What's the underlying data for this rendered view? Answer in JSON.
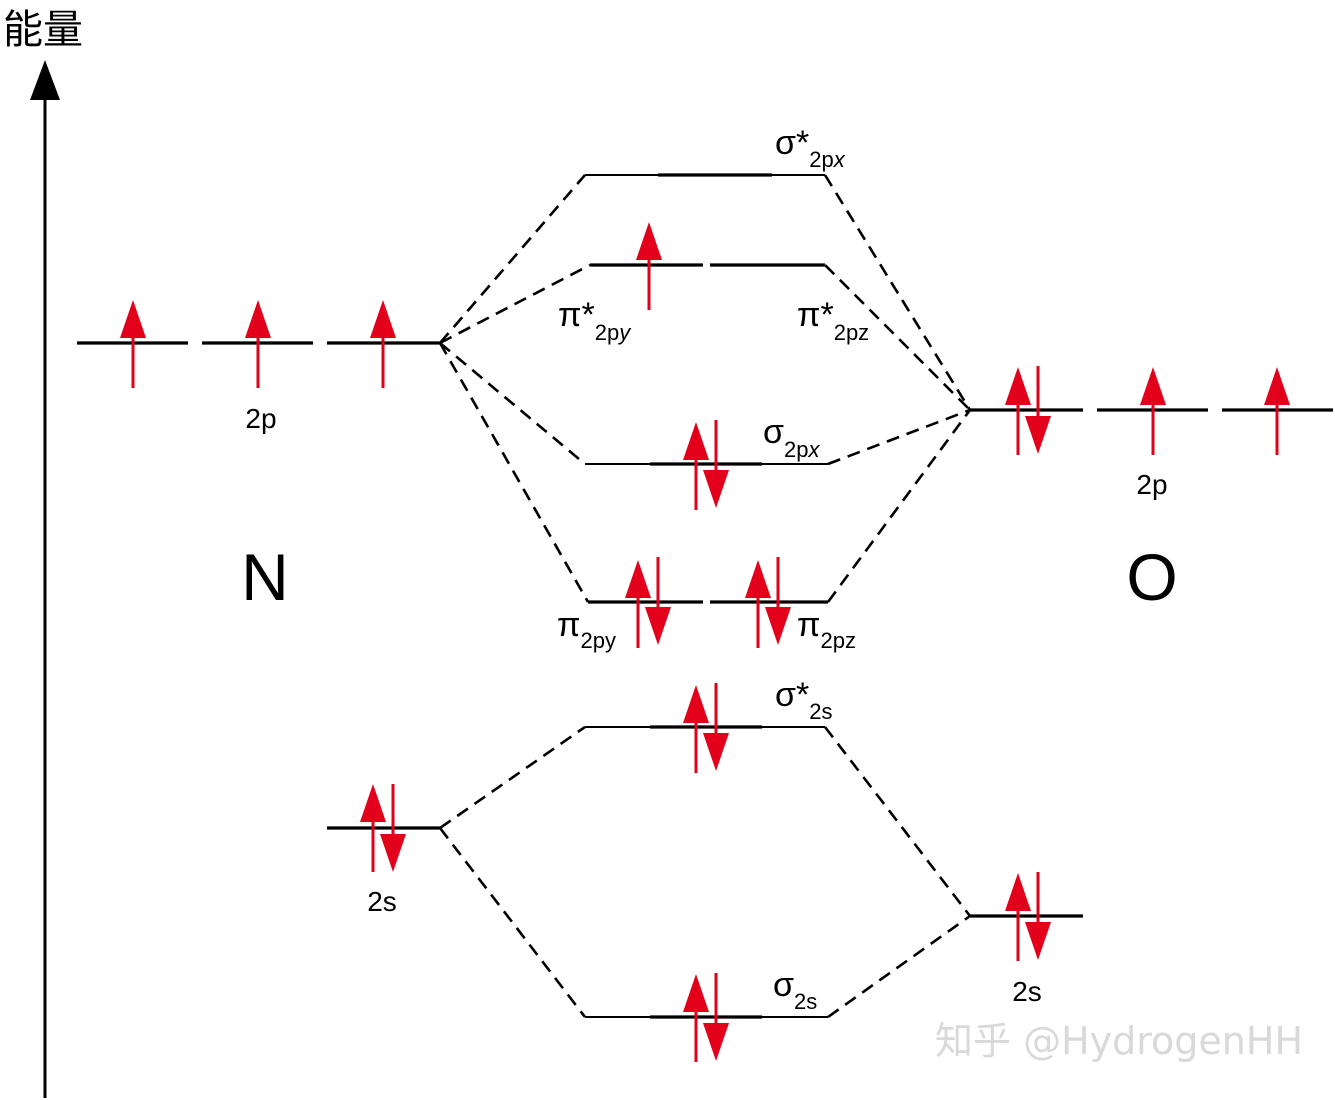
{
  "axis": {
    "label": "能量"
  },
  "atoms": {
    "left": "N",
    "right": "O"
  },
  "atomic_orbitals": {
    "left_2p": "2p",
    "left_2s": "2s",
    "right_2p": "2p",
    "right_2s": "2s"
  },
  "molecular_orbitals": {
    "sigma_star_2px": {
      "symbol": "σ*",
      "sub": "2p",
      "sub_italic": "x"
    },
    "pi_star_2py": {
      "symbol": "π*",
      "sub": "2p",
      "sub_italic": "y"
    },
    "pi_star_2pz": {
      "symbol": "π*",
      "sub": "2pz",
      "sub_italic": ""
    },
    "sigma_2px": {
      "symbol": "σ",
      "sub": "2p",
      "sub_italic": "x"
    },
    "pi_2py": {
      "symbol": "π",
      "sub": "2py",
      "sub_italic": ""
    },
    "pi_2pz": {
      "symbol": "π",
      "sub": "2pz",
      "sub_italic": ""
    },
    "sigma_star_2s": {
      "symbol": "σ*",
      "sub": "2s",
      "sub_italic": ""
    },
    "sigma_2s": {
      "symbol": "σ",
      "sub": "2s",
      "sub_italic": ""
    }
  },
  "watermark": "知乎 @HydrogenHH",
  "colors": {
    "electron": "#e2001a",
    "line": "#000000"
  }
}
